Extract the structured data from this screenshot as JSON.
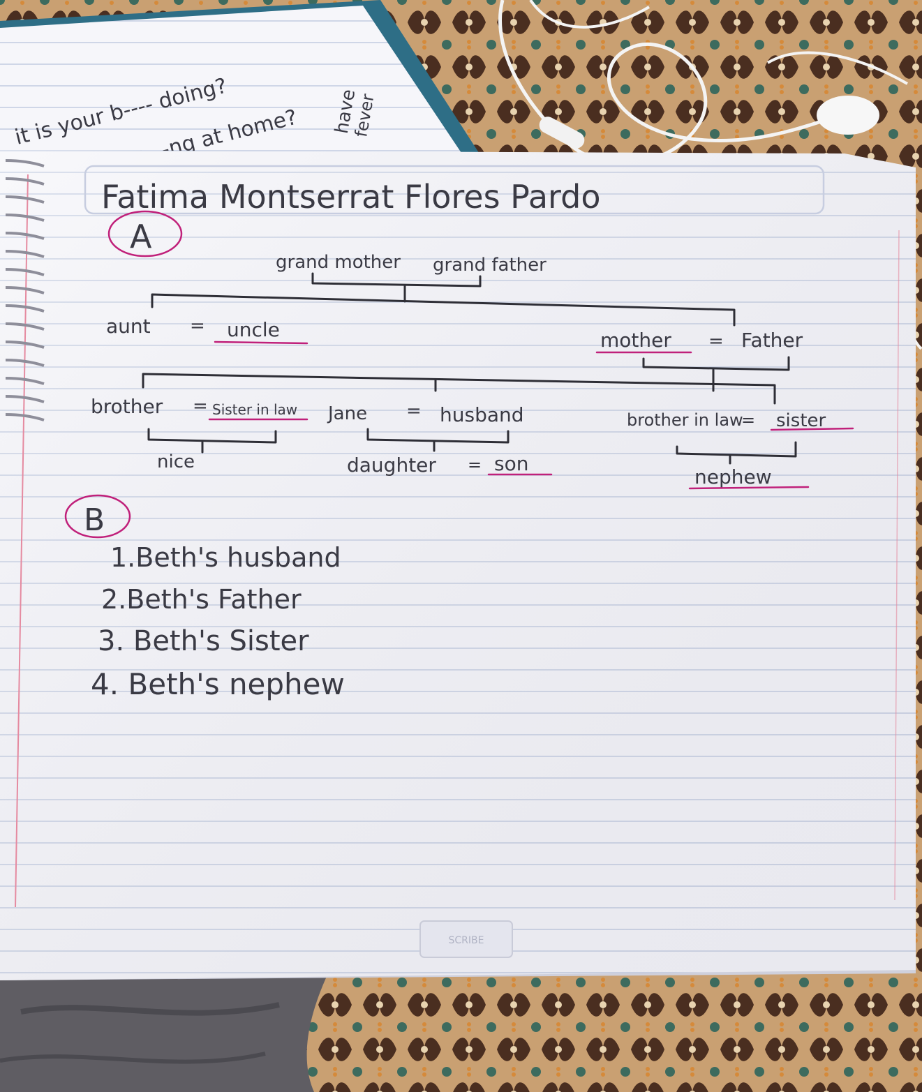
{
  "back_notebook": {
    "lines": [
      "it is your b---- doing?",
      "ma---ng at home?"
    ],
    "margin_note": [
      "have",
      "fever"
    ]
  },
  "page": {
    "student_name": "Fatima Montserrat Flores Pardo",
    "section_a": {
      "label": "A",
      "tree": {
        "grandmother": "grand mother",
        "grandfather": "grand father",
        "aunt": "aunt",
        "aunt_eq": "=",
        "uncle": "uncle",
        "mother": "mother",
        "parents_eq": "=",
        "father": "Father",
        "brother": "brother",
        "brother_eq": "=",
        "sister_in_law": "Sister in law",
        "jane": "Jane",
        "jane_eq": "=",
        "husband": "husband",
        "brother_in_law": "brother in law",
        "bil_eq": "=",
        "sister": "sister",
        "niece": "nice",
        "daughter": "daughter",
        "children_eq": "=",
        "son": "son",
        "nephew": "nephew"
      }
    },
    "section_b": {
      "label": "B",
      "answers": [
        "1.Beth's husband",
        "2.Beth's Father",
        "3. Beth's Sister",
        "4. Beth's nephew"
      ]
    },
    "footer_tag": "SCRIBE"
  }
}
